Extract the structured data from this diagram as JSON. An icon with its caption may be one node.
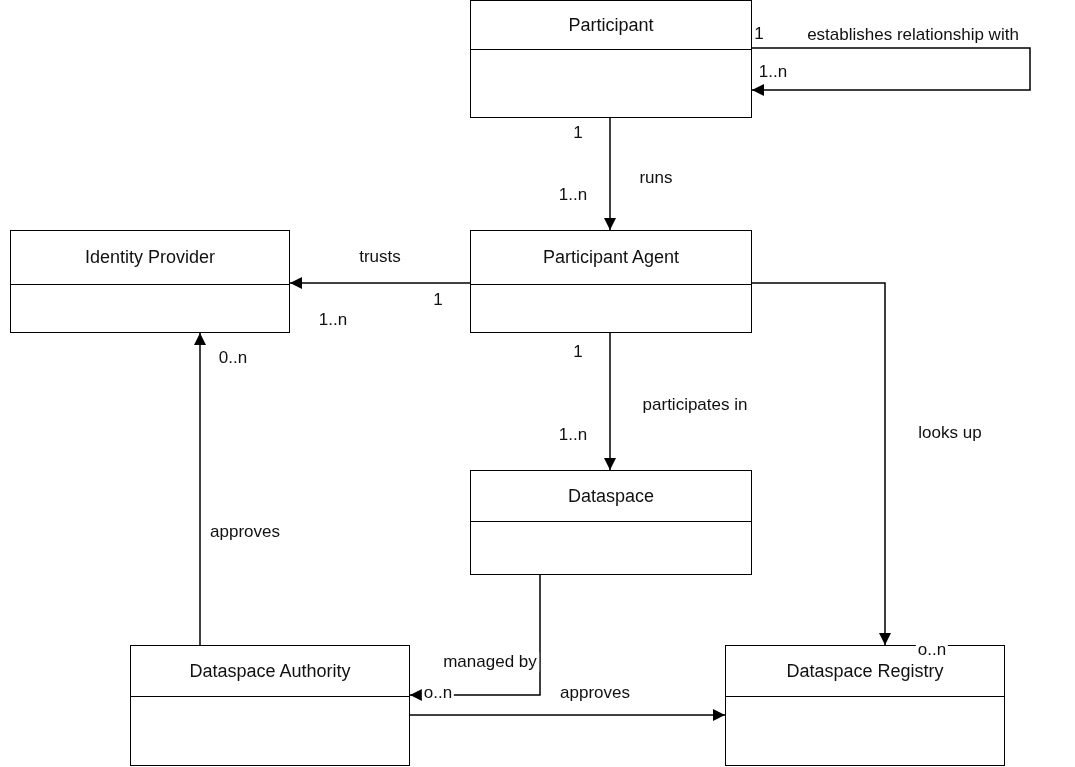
{
  "diagram": {
    "nodes": [
      {
        "text": [
          "Participant"
        ]
      },
      {
        "text": [
          "Identity Provider"
        ]
      },
      {
        "text": [
          "Participant Agent"
        ]
      },
      {
        "text": [
          "Dataspace"
        ]
      },
      {
        "text": [
          "Dataspace Authority"
        ]
      },
      {
        "text": [
          "Dataspace Registry"
        ]
      }
    ],
    "edges": [
      {
        "from": 0,
        "to": 0,
        "arrow": "to",
        "label": "establishes relationship with"
      },
      {
        "from": 0,
        "to": 2,
        "arrow": "to",
        "label": "runs"
      },
      {
        "from": 2,
        "to": 1,
        "arrow": "to",
        "label": "trusts"
      },
      {
        "from": 2,
        "to": 3,
        "arrow": "to",
        "label": "participates in"
      },
      {
        "from": 2,
        "to": 5,
        "arrow": "to",
        "label": "looks up"
      },
      {
        "from": 3,
        "to": 4,
        "arrow": "to",
        "label": "managed by"
      },
      {
        "from": 4,
        "to": 1,
        "arrow": "to",
        "label": "approves"
      },
      {
        "from": 4,
        "to": 5,
        "arrow": "to",
        "label": "approves"
      }
    ],
    "labels": [
      "1",
      "1..n",
      "1",
      "1..n",
      "1..n",
      "1",
      "0..n",
      "1",
      "1..n",
      "o..n",
      "o..n"
    ]
  }
}
